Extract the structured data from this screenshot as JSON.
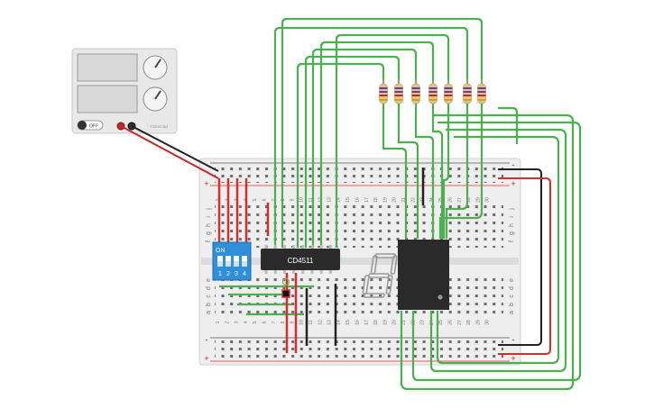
{
  "power_supply": {
    "switch_label": "OFF",
    "brand": "Tinkercad"
  },
  "dip_switch": {
    "on_label": "ON",
    "switch_numbers": [
      "1",
      "2",
      "3",
      "4"
    ]
  },
  "chip": {
    "label": "CD4511"
  },
  "breadboard": {
    "row_letters_top": [
      "j",
      "i",
      "h",
      "g",
      "f"
    ],
    "row_letters_bottom": [
      "e",
      "d",
      "c",
      "b",
      "a"
    ],
    "rail_plus": "+",
    "rail_minus": "-",
    "column_numbers": [
      "1",
      "2",
      "3",
      "4",
      "5",
      "6",
      "7",
      "8",
      "9",
      "10",
      "11",
      "12",
      "13",
      "14",
      "15",
      "16",
      "17",
      "18",
      "19",
      "20",
      "21",
      "22",
      "23",
      "24",
      "25",
      "26",
      "27",
      "28",
      "29",
      "30"
    ]
  },
  "seven_segment": {
    "digit": "8"
  },
  "colors": {
    "wire_green": "#4caf50",
    "wire_red": "#d32f2f",
    "wire_black": "#222222",
    "dip_blue": "#2f8fd8",
    "chip_body": "#2b2b2b"
  }
}
